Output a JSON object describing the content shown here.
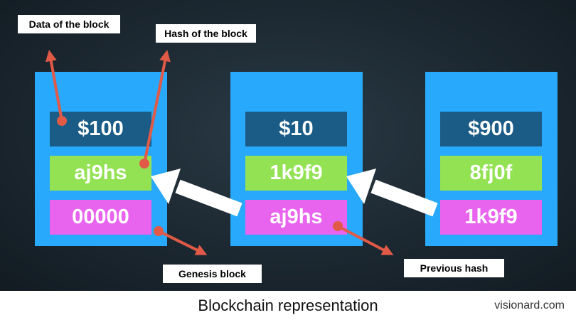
{
  "blocks": [
    {
      "data": "$100",
      "hash": "aj9hs",
      "prev_hash": "00000"
    },
    {
      "data": "$10",
      "hash": "1k9f9",
      "prev_hash": "aj9hs"
    },
    {
      "data": "$900",
      "hash": "8fj0f",
      "prev_hash": "1k9f9"
    }
  ],
  "labels": {
    "data_of_block": "Data of the block",
    "hash_of_block": "Hash of the block",
    "genesis_block": "Genesis block",
    "previous_hash": "Previous hash"
  },
  "caption": "Blockchain representation",
  "brand": "visionard.com",
  "colors": {
    "background": "#1c2831",
    "block": "#29a9fb",
    "data_cell": "#1b5c86",
    "hash_cell": "#92e254",
    "prev_hash_cell": "#e864ee",
    "annotation_arrow": "#e05a47",
    "link_arrow": "#ffffff"
  }
}
